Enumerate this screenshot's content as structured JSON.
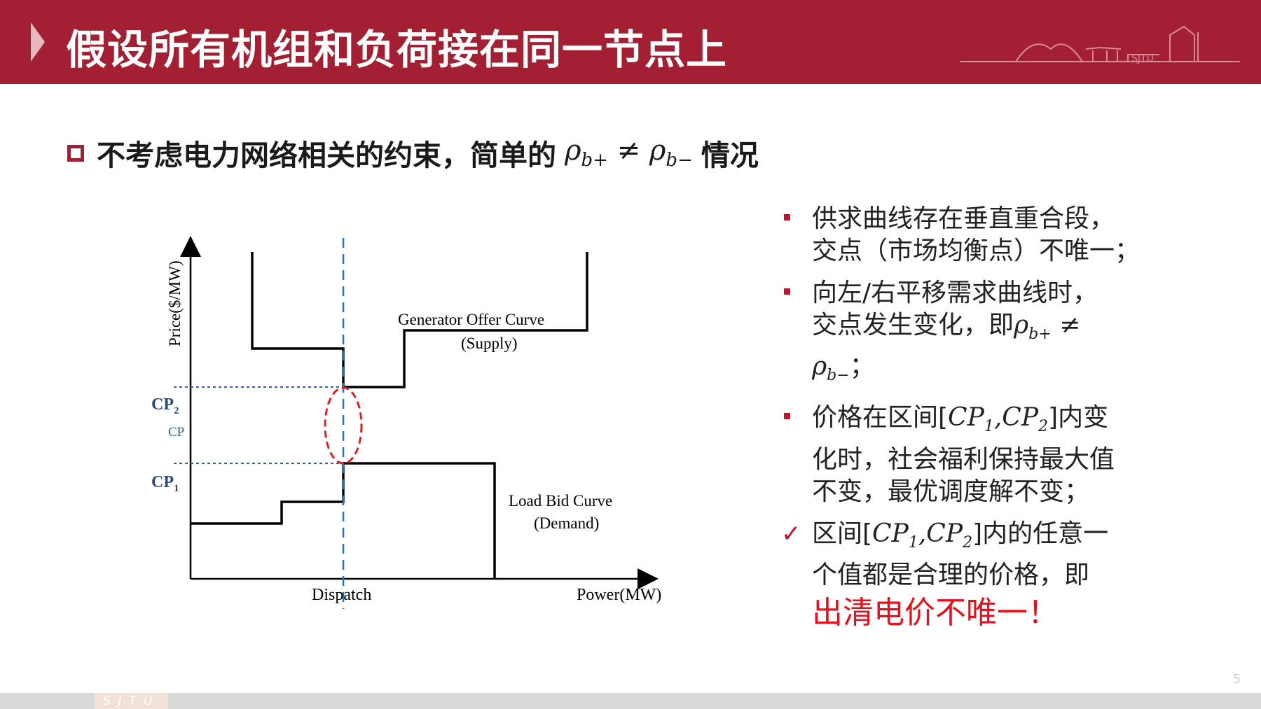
{
  "header": {
    "title": "假设所有机组和负荷接在同一节点上",
    "bg_color": "#a31f34",
    "logo_text": "SJTU"
  },
  "subtitle": {
    "text": "不考虑电力网络相关的约束，简单的",
    "math_a": "ρ",
    "math_a_sub": "b+",
    "neq": "≠",
    "math_b": "ρ",
    "math_b_sub": "b−",
    "suffix": "情况"
  },
  "diagram": {
    "y_axis_label": "Price($/MW)",
    "x_axis_label": "Power(MW)",
    "dispatch_label": "Dispatch",
    "cp2_label": "CP",
    "cp2_sub": "2",
    "cp_label": "CP",
    "cp1_label": "CP",
    "cp1_sub": "1",
    "supply_label_1": "Generator Offer Curve",
    "supply_label_2": "(Supply)",
    "demand_label_1": "Load Bid Curve",
    "demand_label_2": "(Demand)"
  },
  "bullets": [
    {
      "marker": "square",
      "lines": [
        "供求曲线存在垂直重合段，",
        "交点（市场均衡点）不唯一；"
      ]
    },
    {
      "marker": "square",
      "line1": "向左/右平移需求曲线时，",
      "line2_prefix": "交点发生变化，即",
      "rho": "ρ",
      "sub_a": "b+",
      "neq": "≠",
      "sub_b": "b−",
      "semi": "；"
    },
    {
      "marker": "square",
      "line1_prefix": "价格在区间[",
      "cp": "CP",
      "sub1": "1",
      "comma": ",",
      "sub2": "2",
      "line1_suffix": "]内变",
      "lines": [
        "化时，社会福利保持最大值",
        "不变，最优调度解不变；"
      ]
    },
    {
      "marker": "check",
      "check_glyph": "✓",
      "line1_prefix": "区间[",
      "cp": "CP",
      "sub1": "1",
      "comma": ",",
      "sub2": "2",
      "line1_suffix": "]内的任意一",
      "line2": "个值都是合理的价格，即",
      "highlight": "出清电价不唯一！"
    }
  ],
  "footer": {
    "tag": "SJTU",
    "page_number": "5"
  },
  "colors": {
    "accent": "#a31f34",
    "highlight_red": "#e8101e",
    "dispatch_blue": "#1f77d0",
    "guide_blue": "#2e5fa8",
    "ellipse_red": "#e02020"
  }
}
